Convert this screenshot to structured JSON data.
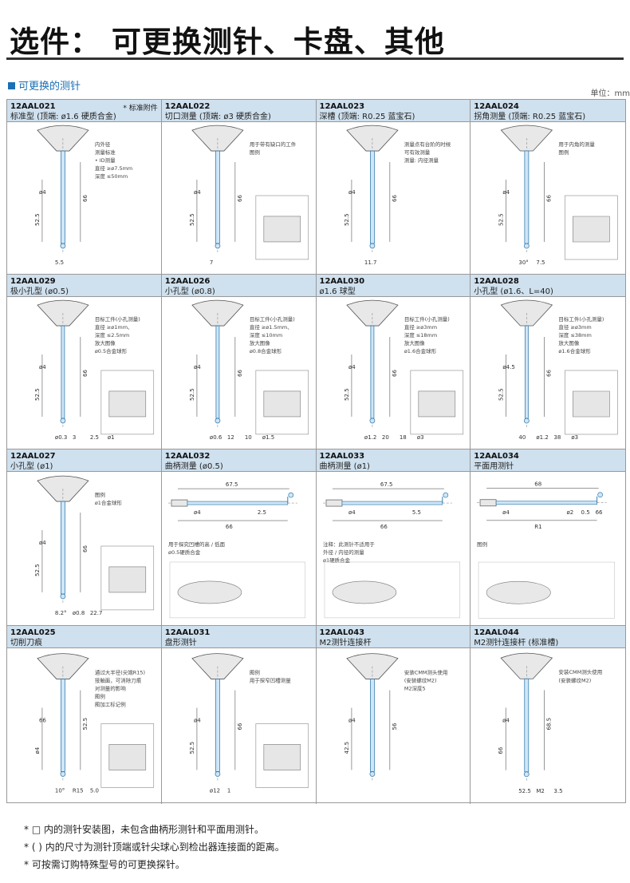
{
  "title": "选件： 可更换测针、卡盘、其他",
  "section": "可更换的测针",
  "unit": "单位：mm",
  "cells": [
    {
      "code": "12AAL021",
      "desc": "标准型 (顶端: ø1.6 硬质合金)",
      "tag": "* 标准附件",
      "notes": [
        "内外径",
        "测量标准",
        "• ID测量",
        "直径 ≥ø7.5mm",
        "深度 ≤50mm"
      ],
      "dims": [
        "ø4",
        "66",
        "52.5",
        "5.5"
      ]
    },
    {
      "code": "12AAL022",
      "desc": "切口测量 (顶端: ø3 硬质合金)",
      "notes": [
        "用于带有缺口的工件",
        "图例"
      ],
      "dims": [
        "ø4",
        "66",
        "52.5",
        "7"
      ]
    },
    {
      "code": "12AAL023",
      "desc": "深槽 (顶端: R0.25 蓝宝石)",
      "notes": [
        "测量点有台阶的时候",
        "可有效测量",
        "测量: 内径测量"
      ],
      "dims": [
        "ø4",
        "66",
        "52.5",
        "11.7"
      ]
    },
    {
      "code": "12AAL024",
      "desc": "拐角测量 (顶端: R0.25 蓝宝石)",
      "notes": [
        "用于内角的测量",
        "图例"
      ],
      "dims": [
        "ø4",
        "66",
        "52.5",
        "30°",
        "7.5"
      ]
    },
    {
      "code": "12AAL029",
      "desc": "极小孔型 (ø0.5)",
      "notes": [
        "目标工件(小孔测量)",
        "直径 ≥ø1mm、",
        "深度 ≤2.5mm",
        "放大图像",
        "ø0.5合金球形"
      ],
      "dims": [
        "ø4",
        "66",
        "52.5",
        "ø0.3",
        "3",
        "2.5",
        "ø1"
      ]
    },
    {
      "code": "12AAL026",
      "desc": "小孔型 (ø0.8)",
      "notes": [
        "目标工件(小孔测量)",
        "直径 ≥ø1.5mm、",
        "深度 ≤10mm",
        "放大图像",
        "ø0.8合金球形"
      ],
      "dims": [
        "ø4",
        "66",
        "52.5",
        "ø0.6",
        "12",
        "10",
        "ø1.5"
      ]
    },
    {
      "code": "12AAL030",
      "desc": "ø1.6 球型",
      "notes": [
        "目标工件(小孔测量)",
        "直径 ≥ø3mm",
        "深度 ≤18mm",
        "放大图像",
        "ø1.6合金球形"
      ],
      "dims": [
        "ø4",
        "66",
        "52.5",
        "ø1.2",
        "20",
        "18",
        "ø3"
      ]
    },
    {
      "code": "12AAL028",
      "desc": "小孔型 (ø1.6、L=40)",
      "notes": [
        "目标工件(小孔测量)",
        "直径 ≥ø3mm",
        "深度 ≤38mm",
        "放大图像",
        "ø1.6合金球形"
      ],
      "dims": [
        "ø4.5",
        "66",
        "52.5",
        "40",
        "ø1.2",
        "38",
        "ø3"
      ]
    },
    {
      "code": "12AAL027",
      "desc": "小孔型 (ø1)",
      "notes": [
        "图例",
        "ø1合金球形"
      ],
      "dims": [
        "ø4",
        "66",
        "52.5",
        "8.2°",
        "ø0.8",
        "22.7"
      ]
    },
    {
      "code": "12AAL032",
      "desc": "曲柄测量 (ø0.5)",
      "notes": [
        "用于探究凹槽的高 / 低面",
        "ø0.5硬质合金"
      ],
      "dims": [
        "67.5",
        "ø4",
        "2.5",
        "66"
      ]
    },
    {
      "code": "12AAL033",
      "desc": "曲柄测量 (ø1)",
      "notes": [
        "注释：此测针不适用于",
        "外径 / 内径的测量",
        "ø1硬质合金"
      ],
      "dims": [
        "67.5",
        "ø4",
        "5.5",
        "66"
      ]
    },
    {
      "code": "12AAL034",
      "desc": "平面用测针",
      "notes": [
        "图例"
      ],
      "dims": [
        "68",
        "ø4",
        "ø2",
        "0.5",
        "66",
        "R1"
      ]
    },
    {
      "code": "12AAL025",
      "desc": "切削刀痕",
      "notes": [
        "通过大半径(尖端R15)",
        "接触面，可消除刀痕",
        "对测量的影响",
        "图例",
        "图加工标记例"
      ],
      "dims": [
        "66",
        "52.5",
        "ø4",
        "10°",
        "R15",
        "5.0"
      ]
    },
    {
      "code": "12AAL031",
      "desc": "盘形测针",
      "notes": [
        "图例",
        "用于探窄凹槽测量"
      ],
      "dims": [
        "ø4",
        "66",
        "52.5",
        "ø12",
        "1"
      ]
    },
    {
      "code": "12AAL043",
      "desc": "M2测针连接杆",
      "notes": [
        "安装CMM测头使用",
        "(安装螺纹M2)",
        "M2深度5"
      ],
      "dims": [
        "ø4",
        "56",
        "42.5"
      ]
    },
    {
      "code": "12AAL044",
      "desc": "M2测针连接杆 (标准槽)",
      "notes": [
        "安装CMM测头使用",
        "(安装螺纹M2)"
      ],
      "dims": [
        "ø4",
        "68.5",
        "66",
        "52.5",
        "M2",
        "3.5"
      ]
    }
  ],
  "footnotes": [
    "* □ 内的测针安装图，未包含曲柄形测针和平面用测针。",
    "* ( ) 内的尺寸为测针顶端或针尖球心到检出器连接面的距离。",
    "* 可按需订购特殊型号的可更换探针。"
  ]
}
